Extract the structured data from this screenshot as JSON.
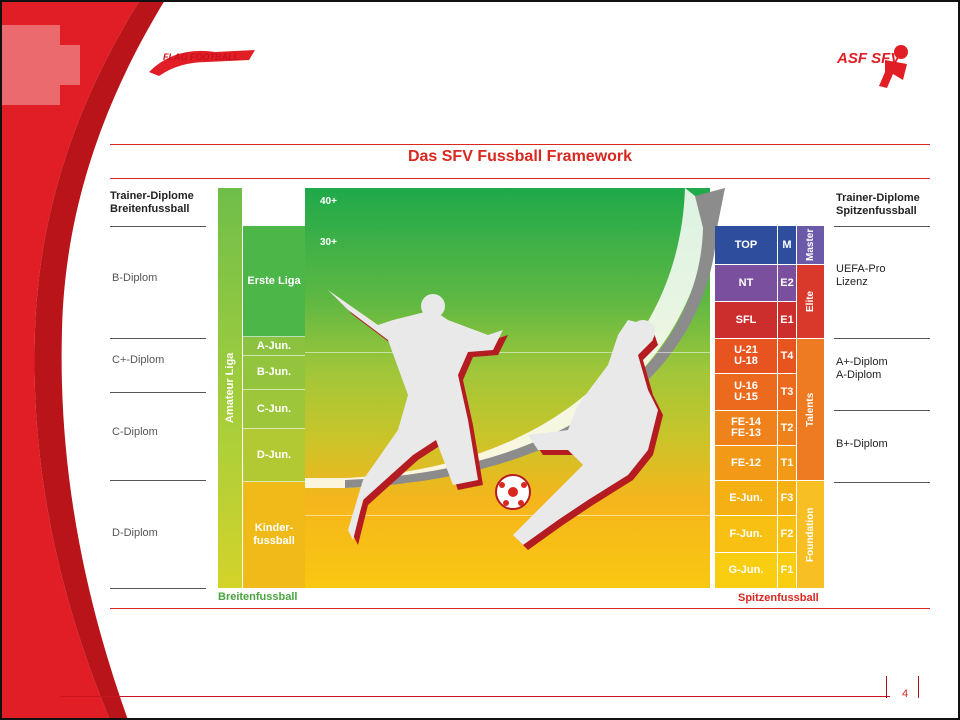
{
  "title": "Das SFV Fussball Framework",
  "header": {
    "left_logo_text": "FLAG FOOTBALL",
    "right_logo_text": "ASF SFV"
  },
  "left_column": {
    "heading_line1": "Trainer-Diplome",
    "heading_line2": "Breitenfussball",
    "diplomas": [
      "B-Diplom",
      "C+-Diplom",
      "C-Diplom",
      "D-Diplom"
    ]
  },
  "right_column": {
    "heading_line1": "Trainer-Diplome",
    "heading_line2": "Spitzenfussball",
    "uefa_line1": "UEFA-Pro",
    "uefa_line2": "Lizenz",
    "a_plus_line1": "A+-Diplom",
    "a_plus_line2": "A-Diplom",
    "b_plus": "B+-Diplom"
  },
  "amateur": {
    "column_label": "Amateur Liga",
    "age_40": "40+",
    "age_30": "30+",
    "stages": [
      "Erste Liga",
      "A-Jun.",
      "B-Jun.",
      "C-Jun.",
      "D-Jun.",
      "Kinder-fussball"
    ]
  },
  "elite_levels": [
    {
      "label": "TOP",
      "code": "M",
      "color": "#2e4d9c"
    },
    {
      "label": "NT",
      "code": "E2",
      "color": "#7a4f9e"
    },
    {
      "label": "SFL",
      "code": "E1",
      "color": "#cc2e2e"
    },
    {
      "label": "U-21 U-18",
      "code": "T4",
      "color": "#e8541f"
    },
    {
      "label": "U-16 U-15",
      "code": "T3",
      "color": "#ec6a1d"
    },
    {
      "label": "FE-14 FE-13",
      "code": "T2",
      "color": "#ef821b"
    },
    {
      "label": "FE-12",
      "code": "T1",
      "color": "#f29a18"
    },
    {
      "label": "E-Jun.",
      "code": "F3",
      "color": "#f5b114"
    },
    {
      "label": "F-Jun.",
      "code": "F2",
      "color": "#f7c012"
    },
    {
      "label": "G-Jun.",
      "code": "F1",
      "color": "#f9cd10"
    }
  ],
  "groups": {
    "master": "Master",
    "elite": "Elite",
    "talents": "Talents",
    "foundation": "Foundation"
  },
  "bottom": {
    "breitenfussball": "Breitenfussball",
    "spitzenfussball": "Spitzenfussball"
  },
  "page_number": "4"
}
